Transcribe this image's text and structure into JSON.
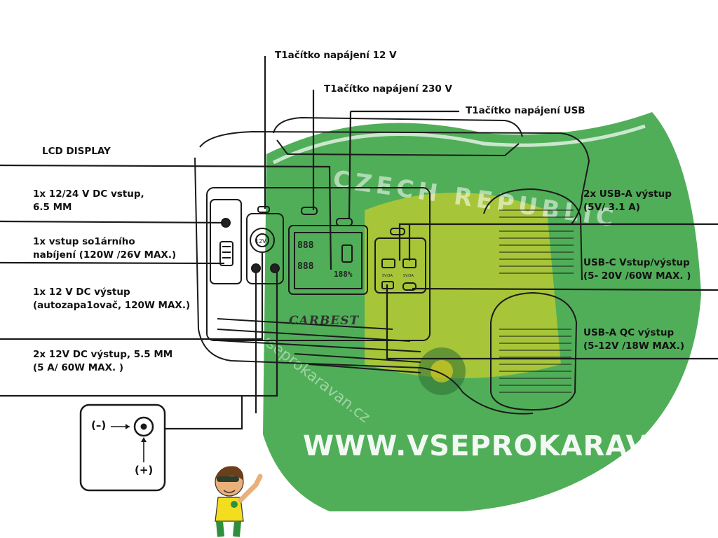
{
  "labels": {
    "btn_12v": "T1ačítko napájení 12 V",
    "btn_230v": "T1ačítko napájení 230 V",
    "btn_usb": "T1ačítko napájení USB",
    "lcd": "LCD DISPLAY",
    "dc_input": [
      "1x 12/24 V DC vstup,",
      "6.5 MM"
    ],
    "solar_input": [
      "1x vstup so1árního",
      "nabíjení (120W /26V MAX.)"
    ],
    "dc_out_lighter": [
      "1x 12 V DC výstup",
      "(autozapa1ovač, 120W MAX.)"
    ],
    "dc_out_55": [
      "2x 12V DC výstup, 5.5 MM",
      "(5 A/ 60W MAX. )"
    ],
    "usb_a": [
      "2x USB-A výstup",
      " (5V/ 3.1 A)"
    ],
    "usb_c": [
      "USB-C Vstup/výstup",
      "(5- 20V /60W MAX. )"
    ],
    "usb_qc": [
      "USB-A  QC  výstup",
      "(5-12V /18W MAX.)"
    ],
    "polarity_minus": "(–)",
    "polarity_plus": "(+)"
  },
  "device": {
    "brand": "CARBEST",
    "lcd": {
      "v1": "888",
      "v2": "888",
      "pct": "188%"
    },
    "socket_label": "12V",
    "usb_labels": [
      "5V/3A",
      "5V/3A"
    ]
  },
  "watermark": {
    "url": "WWW.VSEPROKARAVAN.CZ",
    "badge": "CZECH REPUBLIC",
    "diagonal": "vseprokaravan.cz"
  },
  "colors": {
    "badge_green": "#3aa84a",
    "badge_yellow": "#f2d21a",
    "line": "#1a1a1a"
  }
}
